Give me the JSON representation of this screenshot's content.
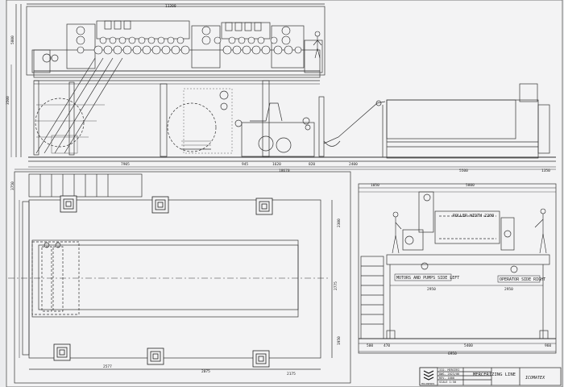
{
  "drawing": {
    "title": "MERCERIZING LINE",
    "logo_text": "MOLINEROS",
    "company_text": "ICOMATEX",
    "side_labels": {
      "motors": "MOTORS AND PUMPS SIDE LEFT",
      "operator": "OPERATOR SIDE RIGHT",
      "roller_width": "ROLLER WIDTH 2200"
    },
    "dimensions": {
      "top_total": "11300",
      "left_height_1": "5800",
      "left_height_2": "3500",
      "bottom_1": "7905",
      "bottom_2": "945",
      "bottom_3": "1620",
      "bottom_4": "820",
      "bottom_5": "2400",
      "bottom_6": "5500",
      "bottom_7": "1350",
      "bottom_total": "18670",
      "plan_1": "2577",
      "plan_2": "2075",
      "plan_3": "2175",
      "plan_left": "3750",
      "plan_right_1": "2300",
      "plan_right_2": "2775",
      "plan_right_3": "1950",
      "side_top_1": "1050",
      "side_top_2": "5800",
      "side_mid_1": "2950",
      "side_mid_2": "2950",
      "side_bot_1": "500",
      "side_bot_2": "470",
      "side_bot_3": "5400",
      "side_bot_4": "960",
      "side_bot_total": "6950"
    },
    "title_block_rows": [
      "ICO. MERCERI",
      "DWG. 2023/06",
      "REV. 1000",
      "SCALE 1:50"
    ]
  }
}
